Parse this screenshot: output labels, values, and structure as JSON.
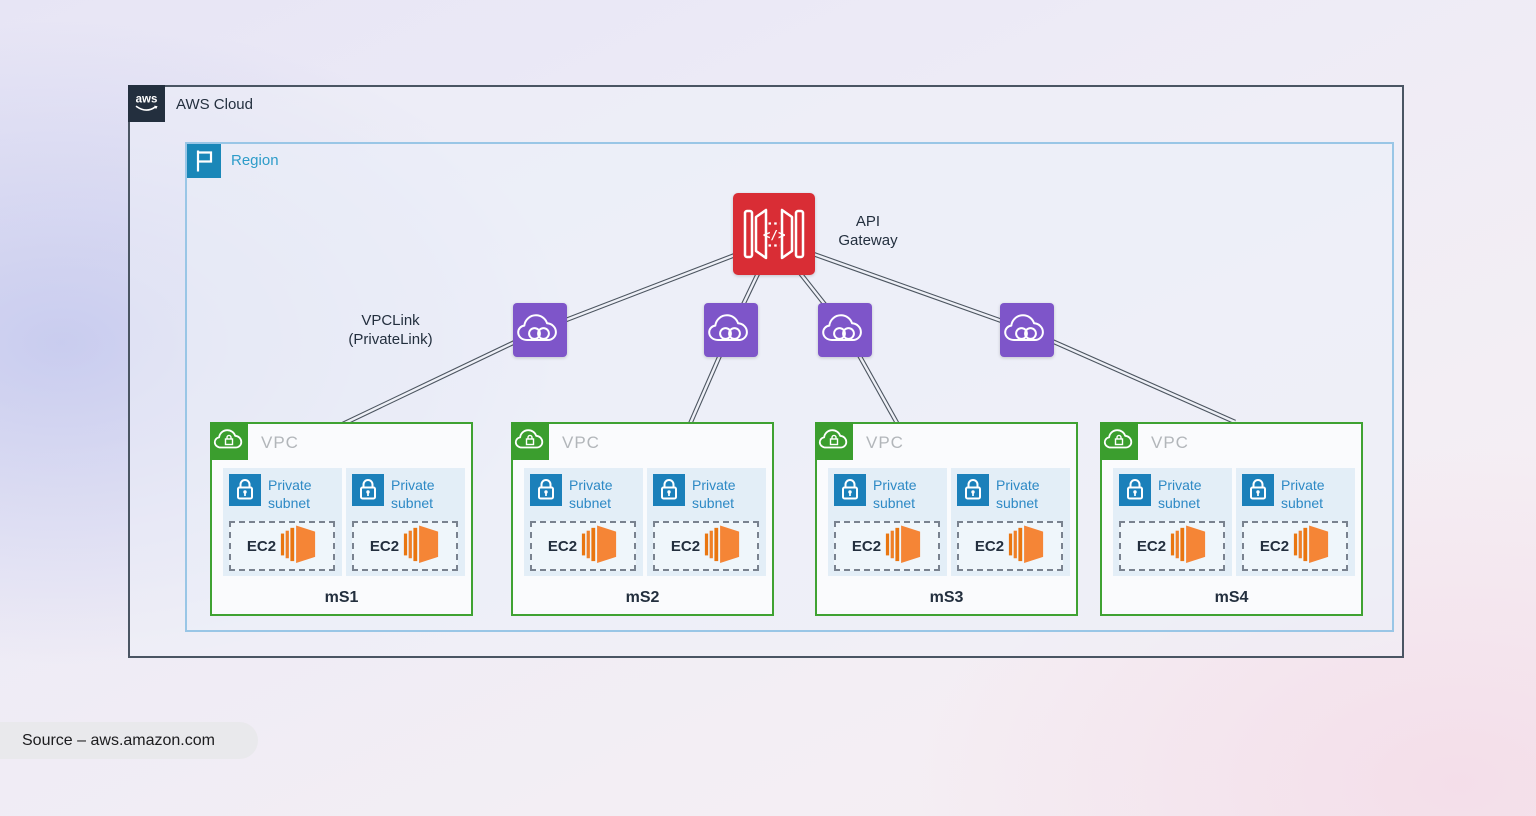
{
  "aws_cloud": {
    "label": "AWS Cloud"
  },
  "region": {
    "label": "Region"
  },
  "api_gateway": {
    "label": "API Gateway"
  },
  "vpclink": {
    "line1": "VPCLink",
    "line2": "(PrivateLink)"
  },
  "vpcs": [
    {
      "label": "VPC",
      "name": "mS1",
      "subnets": [
        {
          "label": "Private subnet",
          "instance_label": "EC2"
        },
        {
          "label": "Private subnet",
          "instance_label": "EC2"
        }
      ]
    },
    {
      "label": "VPC",
      "name": "mS2",
      "subnets": [
        {
          "label": "Private subnet",
          "instance_label": "EC2"
        },
        {
          "label": "Private subnet",
          "instance_label": "EC2"
        }
      ]
    },
    {
      "label": "VPC",
      "name": "mS3",
      "subnets": [
        {
          "label": "Private subnet",
          "instance_label": "EC2"
        },
        {
          "label": "Private subnet",
          "instance_label": "EC2"
        }
      ]
    },
    {
      "label": "VPC",
      "name": "mS4",
      "subnets": [
        {
          "label": "Private subnet",
          "instance_label": "EC2"
        },
        {
          "label": "Private subnet",
          "instance_label": "EC2"
        }
      ]
    }
  ],
  "source": {
    "label": "Source – aws.amazon.com"
  },
  "icons": [
    "aws-logo-icon",
    "region-flag-icon",
    "api-gateway-icon",
    "privatelink-endpoint-icon",
    "vpc-icon",
    "private-subnet-lock-icon",
    "ec2-icon"
  ],
  "colors": {
    "aws_dark": "#232f3e",
    "region_icon_blue": "#1a87b8",
    "region_border": "#99c6e6",
    "api_gateway_red": "#d92d35",
    "privatelink_purple": "#7e55c9",
    "vpc_green": "#3fa232",
    "subnet_icon_blue": "#1b80ba",
    "subnet_bg": "#e3eef7",
    "ec2_orange": "#f58536",
    "connector": "#4c5560"
  }
}
